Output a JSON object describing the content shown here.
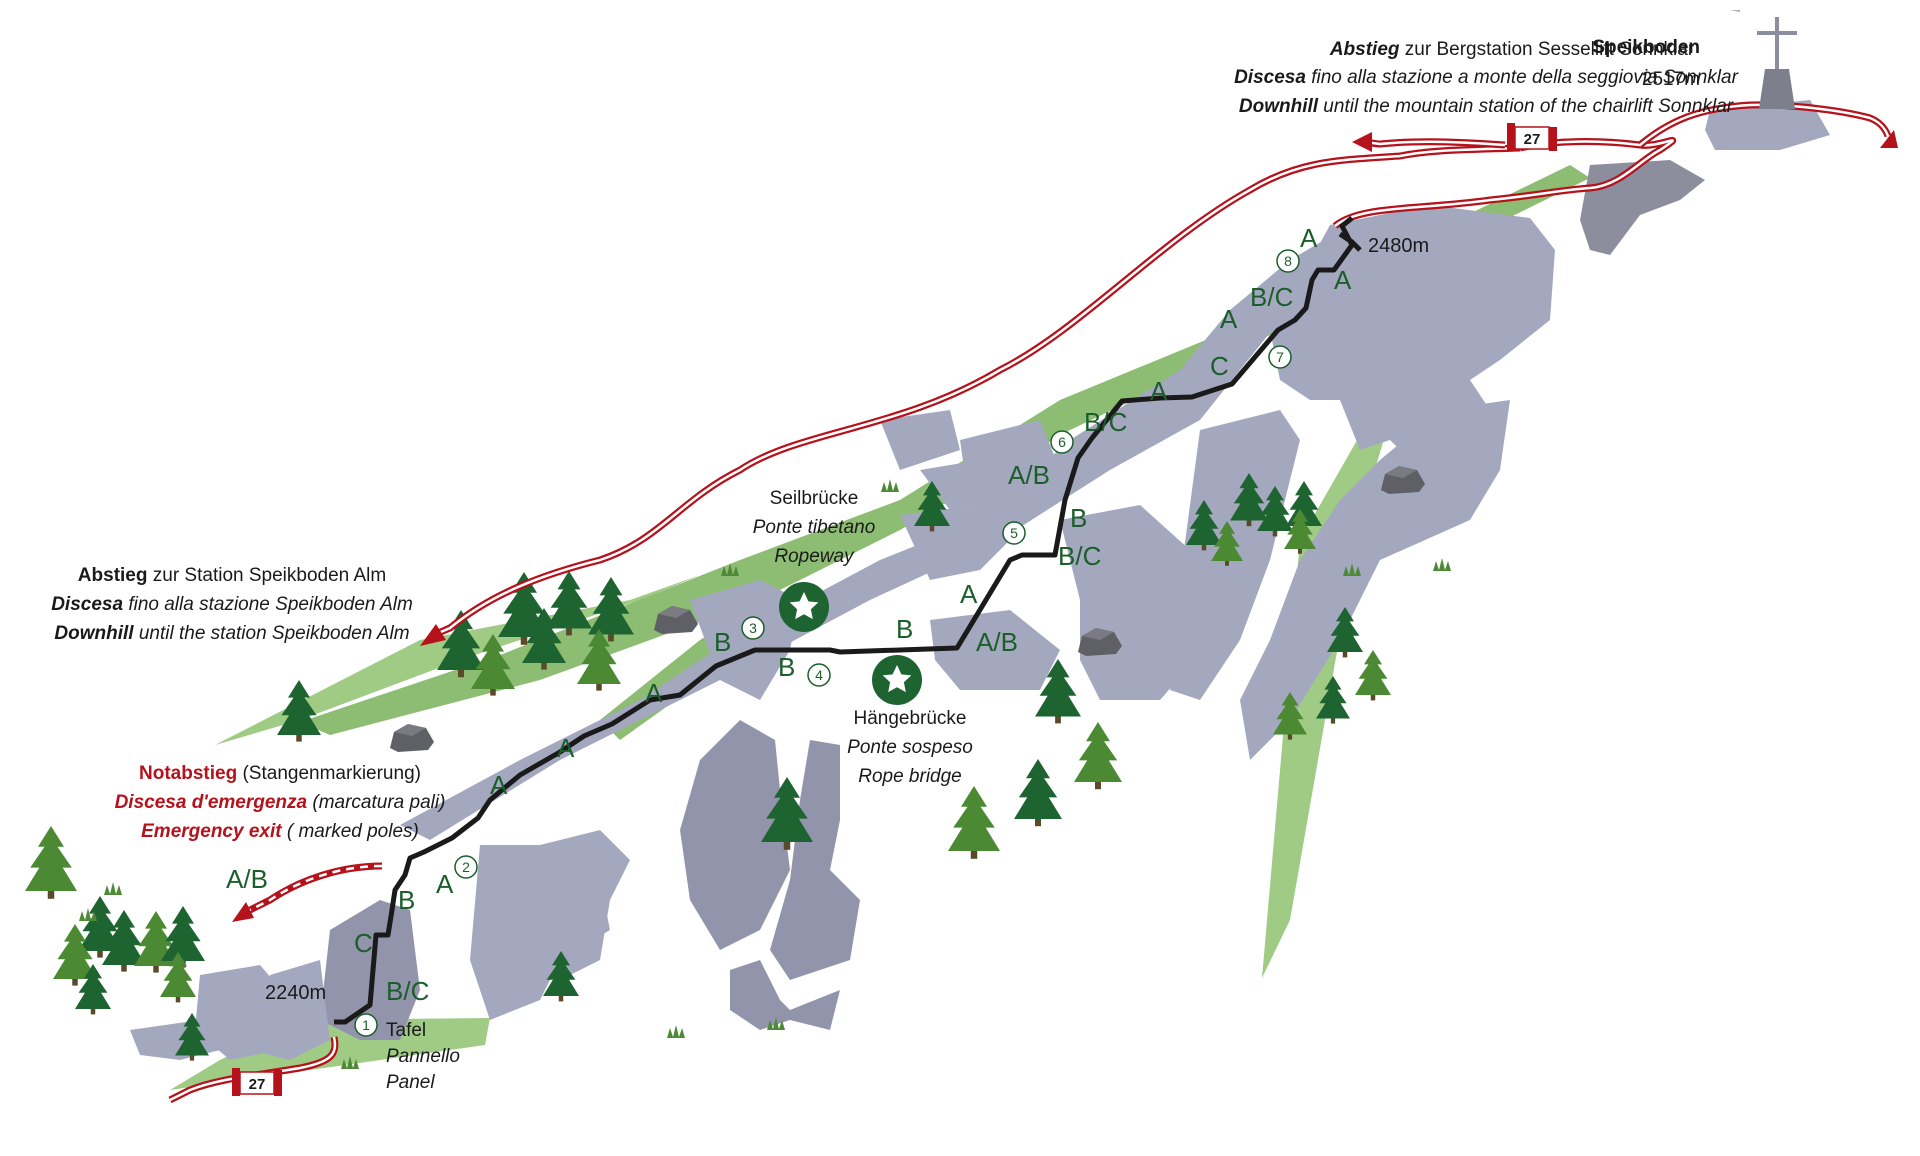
{
  "summit": {
    "name": "Speikboden",
    "elevation": "2517m"
  },
  "descent_top": {
    "de_bold": "Abstieg",
    "de": " zur Bergstation Sessellift Sonnklar",
    "it_bold": "Discesa",
    "it": " fino alla stazione a monte della seggiovia Sonnklar",
    "en_bold": "Downhill",
    "en": " until the mountain station of the chairlift Sonnklar"
  },
  "descent_left": {
    "de_bold": "Abstieg",
    "de": " zur Station Speikboden Alm",
    "it_bold": "Discesa",
    "it": " fino alla stazione Speikboden Alm",
    "en_bold": "Downhill",
    "en": " until the station  Speikboden Alm"
  },
  "emergency": {
    "de_bold": "Notabstieg",
    "de": " (Stangenmarkierung)",
    "it_bold": "Discesa d'emergenza",
    "it": " (marcatura pali)",
    "en_bold": "Emergency exit",
    "en": " ( marked poles)",
    "grade": "A/B"
  },
  "seilbruecke": {
    "de": "Seilbrücke",
    "it": "Ponte tibetano",
    "en": "Ropeway"
  },
  "haengebruecke": {
    "de": "Hängebrücke",
    "it": "Ponte sospeso",
    "en": "Rope bridge"
  },
  "panel": {
    "de": "Tafel",
    "it": "Pannello",
    "en": "Panel"
  },
  "route_number": "27",
  "altitudes": {
    "start": "2240m",
    "top": "2480m"
  },
  "waypoints": [
    "1",
    "2",
    "3",
    "4",
    "5",
    "6",
    "7",
    "8"
  ],
  "grades": [
    "B/C",
    "C",
    "B",
    "A",
    "A",
    "A",
    "A",
    "B",
    "B",
    "B",
    "A",
    "A/B",
    "B/C",
    "B",
    "A/B",
    "B/C",
    "A",
    "C",
    "A",
    "B/C",
    "A",
    "A"
  ],
  "colors": {
    "route_red": "#b5121b",
    "climb_line": "#1a1a1a",
    "rock": "#a4a8bf",
    "meadow": "#79b05a",
    "tree": "#1e6431",
    "grade_text": "#1c5e2b"
  },
  "icons": [
    "summit-cross-icon",
    "star-icon",
    "tree-icon",
    "boulder-icon",
    "grass-tuft-icon",
    "arrow-icon"
  ]
}
